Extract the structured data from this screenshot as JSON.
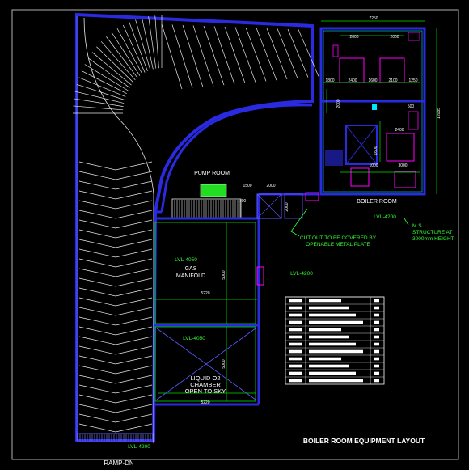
{
  "title": "BOILER ROOM  EQUIPMENT LAYOUT",
  "colors": {
    "background": "#000000",
    "frame": "#b0b0b0",
    "wall": "#2a2ae0",
    "wall_light": "#5a5aff",
    "dim": "#00e000",
    "text": "#ffffff",
    "label_green": "#30ff30",
    "magenta": "#ff00ff",
    "cyan": "#00e5ff",
    "yellow": "#e8e800",
    "ramp": "#e8e8e8"
  },
  "rooms": {
    "pump_room": "PUMP ROOM",
    "boiler_room": "BOILER ROOM",
    "gas_manifold": "GAS\nMANIFOLD",
    "lox_chamber": "LIQUID O2\nCHAMBER\nOPEN TO SKY",
    "ramp": "RAMP-DN"
  },
  "levels": {
    "gas_manifold": "LVL-4050",
    "lox": "LVL-4050",
    "boiler": "LVL-4200",
    "center": "LVL-4200",
    "ramp": "LVL-4200"
  },
  "notes": {
    "cut_out": "CUT OUT TO BE COVERED BY\nOPENABLE METAL PLATE",
    "ms_structure": "M.S.\nSTRUCTURE AT\n3000mm HEIGHT"
  },
  "dimensions": {
    "overall_width": "7250",
    "overall_height": "12085",
    "top_left": "2000",
    "top_right": "2000",
    "row_1800": "1800",
    "row_2400a": "2400",
    "row_1600": "1600",
    "row_2100": "2100",
    "row_1250": "1250",
    "side_2000": "2000",
    "small_500": "500",
    "mid_2400": "2400",
    "mid_1600": "1600",
    "low_1000": "1000",
    "low_3000": "3000",
    "pump_1500": "1500",
    "pump_2000": "2000",
    "pump_v_2000": "2000",
    "manifold_width": "5220",
    "manifold_height": "5000",
    "lox_width": "5220",
    "lox_height": "5000",
    "lox_inner": "700"
  },
  "table_rows": 12
}
